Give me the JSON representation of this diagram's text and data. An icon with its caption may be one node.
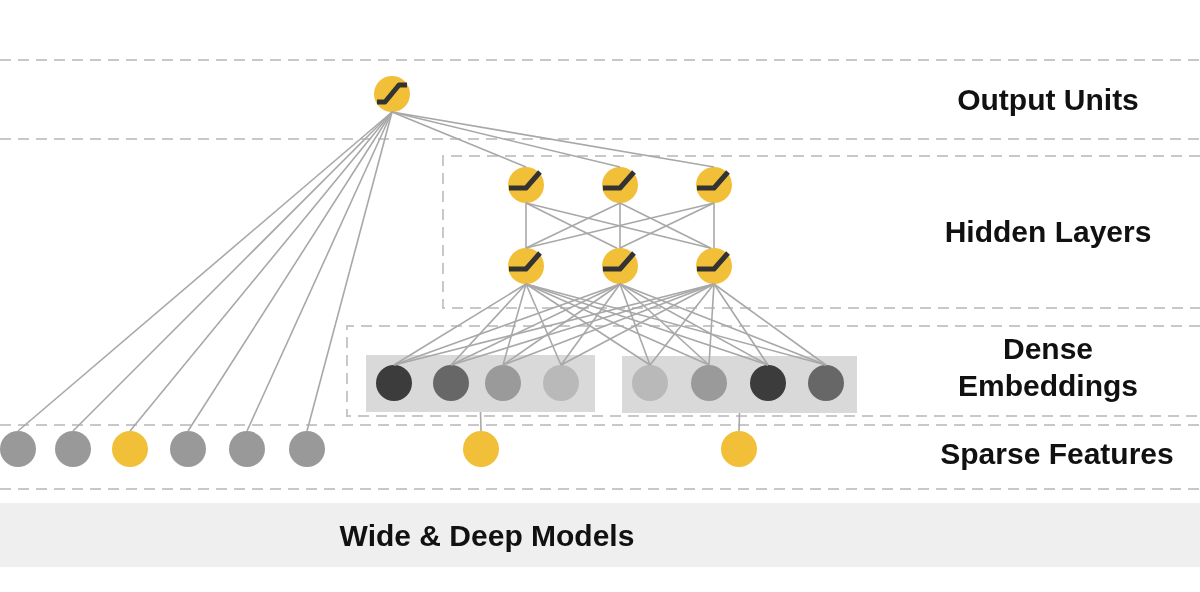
{
  "diagram": {
    "nodes": [
      {
        "text": [
          "Output Units"
        ]
      },
      {
        "text": [],
        "shape": "circle",
        "in": 0
      },
      {
        "text": [
          "Hidden Layers"
        ]
      },
      {
        "text": [],
        "shape": "circle",
        "in": 2
      },
      {
        "text": [],
        "shape": "circle",
        "in": 2
      },
      {
        "text": [],
        "shape": "circle",
        "in": 2
      },
      {
        "text": [],
        "shape": "circle",
        "in": 2
      },
      {
        "text": [],
        "shape": "circle",
        "in": 2
      },
      {
        "text": [],
        "shape": "circle",
        "in": 2
      },
      {
        "text": [
          "Dense Embeddings"
        ]
      },
      {
        "text": [],
        "shape": "box",
        "in": 9
      },
      {
        "text": [],
        "shape": "circle",
        "in": 10
      },
      {
        "text": [],
        "shape": "circle",
        "in": 10
      },
      {
        "text": [],
        "shape": "circle",
        "in": 10
      },
      {
        "text": [],
        "shape": "circle",
        "in": 10
      },
      {
        "text": [],
        "shape": "box",
        "in": 9
      },
      {
        "text": [],
        "shape": "circle",
        "in": 15
      },
      {
        "text": [],
        "shape": "circle",
        "in": 15
      },
      {
        "text": [],
        "shape": "circle",
        "in": 15
      },
      {
        "text": [],
        "shape": "circle",
        "in": 15
      },
      {
        "text": [
          "Sparse Features"
        ]
      },
      {
        "text": [],
        "shape": "circle",
        "in": 20
      },
      {
        "text": [],
        "shape": "circle",
        "in": 20
      },
      {
        "text": [],
        "shape": "circle",
        "in": 20
      },
      {
        "text": [],
        "shape": "circle",
        "in": 20
      },
      {
        "text": [],
        "shape": "circle",
        "in": 20
      },
      {
        "text": [],
        "shape": "circle",
        "in": 20
      },
      {
        "text": [],
        "shape": "circle",
        "in": 20
      },
      {
        "text": [],
        "shape": "circle",
        "in": 20
      }
    ],
    "edges": [
      {
        "from": 21,
        "to": 1,
        "arrow": "none"
      },
      {
        "from": 22,
        "to": 1,
        "arrow": "none"
      },
      {
        "from": 23,
        "to": 1,
        "arrow": "none"
      },
      {
        "from": 24,
        "to": 1,
        "arrow": "none"
      },
      {
        "from": 25,
        "to": 1,
        "arrow": "none"
      },
      {
        "from": 26,
        "to": 1,
        "arrow": "none"
      },
      {
        "from": 3,
        "to": 1,
        "arrow": "none"
      },
      {
        "from": 4,
        "to": 1,
        "arrow": "none"
      },
      {
        "from": 5,
        "to": 1,
        "arrow": "none"
      },
      {
        "from": 6,
        "to": 3,
        "arrow": "none"
      },
      {
        "from": 6,
        "to": 4,
        "arrow": "none"
      },
      {
        "from": 6,
        "to": 5,
        "arrow": "none"
      },
      {
        "from": 7,
        "to": 3,
        "arrow": "none"
      },
      {
        "from": 7,
        "to": 4,
        "arrow": "none"
      },
      {
        "from": 7,
        "to": 5,
        "arrow": "none"
      },
      {
        "from": 8,
        "to": 3,
        "arrow": "none"
      },
      {
        "from": 8,
        "to": 4,
        "arrow": "none"
      },
      {
        "from": 8,
        "to": 5,
        "arrow": "none"
      },
      {
        "from": 11,
        "to": 6,
        "arrow": "none"
      },
      {
        "from": 11,
        "to": 7,
        "arrow": "none"
      },
      {
        "from": 11,
        "to": 8,
        "arrow": "none"
      },
      {
        "from": 12,
        "to": 6,
        "arrow": "none"
      },
      {
        "from": 12,
        "to": 7,
        "arrow": "none"
      },
      {
        "from": 12,
        "to": 8,
        "arrow": "none"
      },
      {
        "from": 13,
        "to": 6,
        "arrow": "none"
      },
      {
        "from": 13,
        "to": 7,
        "arrow": "none"
      },
      {
        "from": 13,
        "to": 8,
        "arrow": "none"
      },
      {
        "from": 14,
        "to": 6,
        "arrow": "none"
      },
      {
        "from": 14,
        "to": 7,
        "arrow": "none"
      },
      {
        "from": 14,
        "to": 8,
        "arrow": "none"
      },
      {
        "from": 16,
        "to": 6,
        "arrow": "none"
      },
      {
        "from": 16,
        "to": 7,
        "arrow": "none"
      },
      {
        "from": 16,
        "to": 8,
        "arrow": "none"
      },
      {
        "from": 17,
        "to": 6,
        "arrow": "none"
      },
      {
        "from": 17,
        "to": 7,
        "arrow": "none"
      },
      {
        "from": 17,
        "to": 8,
        "arrow": "none"
      },
      {
        "from": 18,
        "to": 6,
        "arrow": "none"
      },
      {
        "from": 18,
        "to": 7,
        "arrow": "none"
      },
      {
        "from": 18,
        "to": 8,
        "arrow": "none"
      },
      {
        "from": 19,
        "to": 6,
        "arrow": "none"
      },
      {
        "from": 19,
        "to": 7,
        "arrow": "none"
      },
      {
        "from": 19,
        "to": 8,
        "arrow": "none"
      },
      {
        "from": 27,
        "to": 10,
        "arrow": "none"
      },
      {
        "from": 28,
        "to": 15,
        "arrow": "none"
      }
    ],
    "caption": "Wide & Deep Models"
  }
}
